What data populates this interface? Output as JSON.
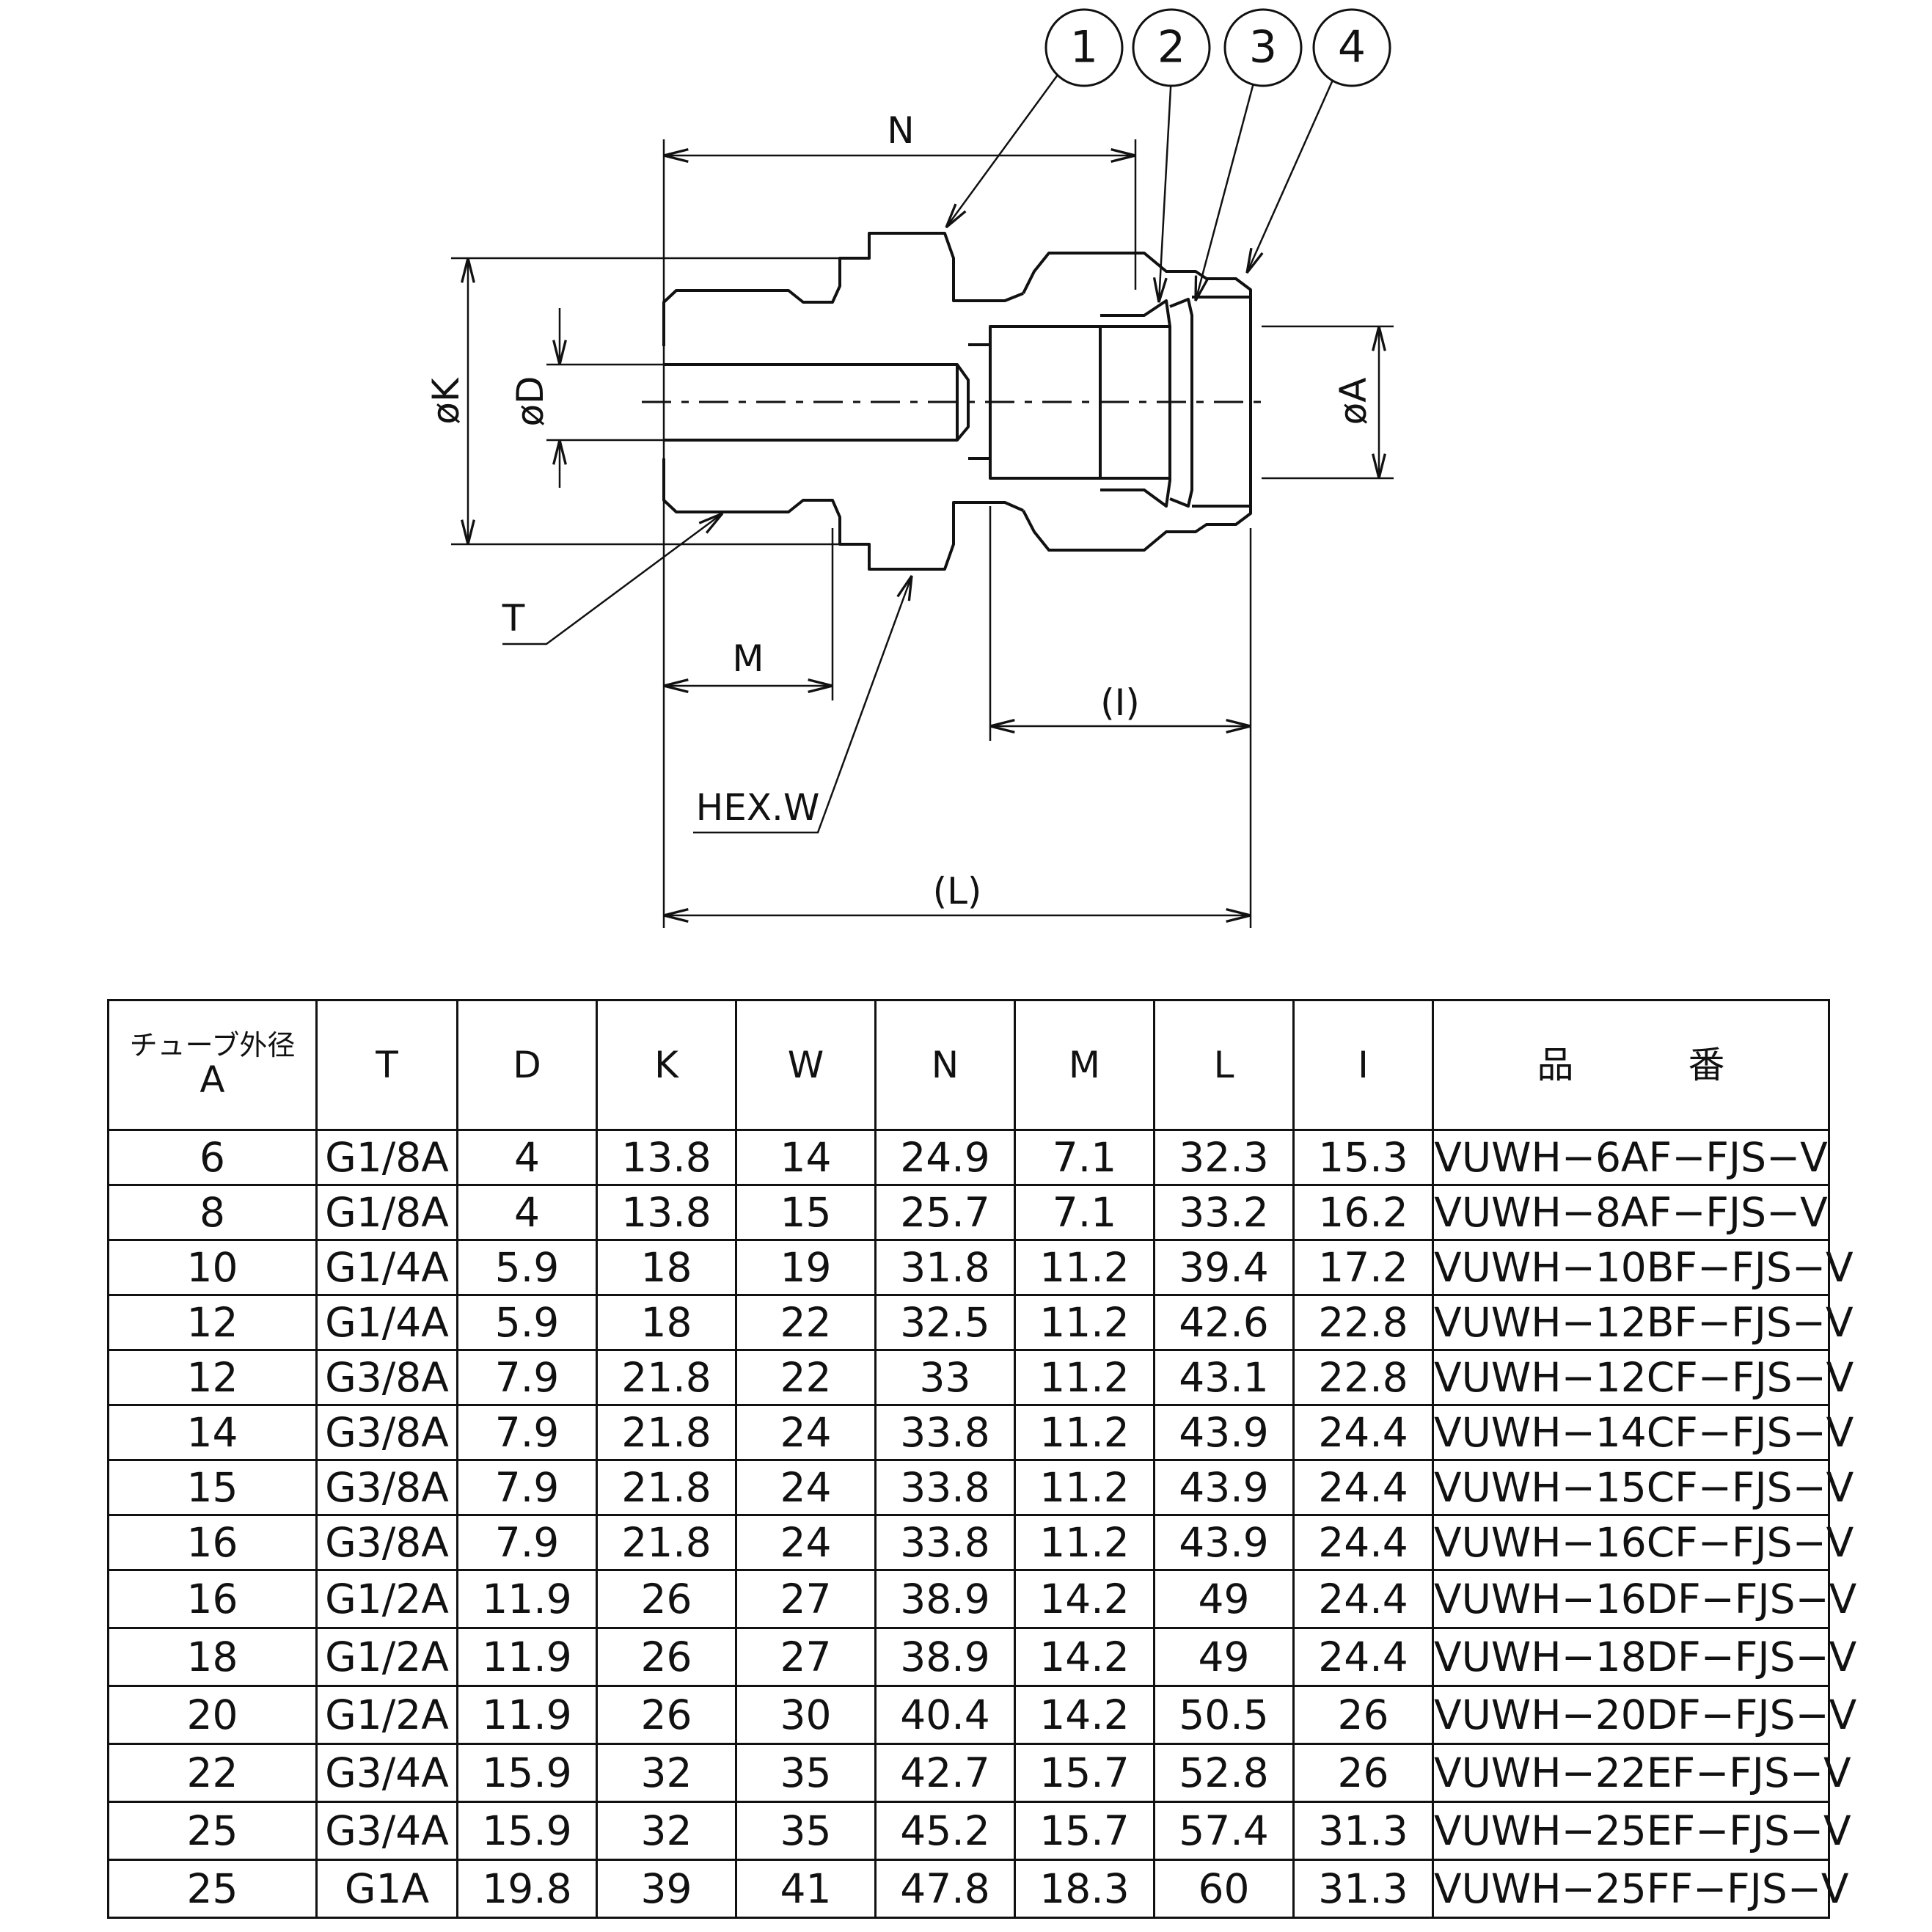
{
  "drawing": {
    "balloons": [
      "1",
      "2",
      "3",
      "4"
    ],
    "dims": {
      "N": "N",
      "K": "øK",
      "D": "øD",
      "A": "øA",
      "T": "T",
      "M": "M",
      "I": "(I)",
      "L": "(L)",
      "W": "HEX.W"
    }
  },
  "table": {
    "headers": [
      "チューブ外径",
      "A",
      "T",
      "D",
      "K",
      "W",
      "N",
      "M",
      "L",
      "I",
      "品 番"
    ],
    "rows": [
      [
        "6",
        "G1/8A",
        "4",
        "13.8",
        "14",
        "24.9",
        "7.1",
        "32.3",
        "15.3",
        "VUWH−6AF−FJS−V"
      ],
      [
        "8",
        "G1/8A",
        "4",
        "13.8",
        "15",
        "25.7",
        "7.1",
        "33.2",
        "16.2",
        "VUWH−8AF−FJS−V"
      ],
      [
        "10",
        "G1/4A",
        "5.9",
        "18",
        "19",
        "31.8",
        "11.2",
        "39.4",
        "17.2",
        "VUWH−10BF−FJS−V"
      ],
      [
        "12",
        "G1/4A",
        "5.9",
        "18",
        "22",
        "32.5",
        "11.2",
        "42.6",
        "22.8",
        "VUWH−12BF−FJS−V"
      ],
      [
        "12",
        "G3/8A",
        "7.9",
        "21.8",
        "22",
        "33",
        "11.2",
        "43.1",
        "22.8",
        "VUWH−12CF−FJS−V"
      ],
      [
        "14",
        "G3/8A",
        "7.9",
        "21.8",
        "24",
        "33.8",
        "11.2",
        "43.9",
        "24.4",
        "VUWH−14CF−FJS−V"
      ],
      [
        "15",
        "G3/8A",
        "7.9",
        "21.8",
        "24",
        "33.8",
        "11.2",
        "43.9",
        "24.4",
        "VUWH−15CF−FJS−V"
      ],
      [
        "16",
        "G3/8A",
        "7.9",
        "21.8",
        "24",
        "33.8",
        "11.2",
        "43.9",
        "24.4",
        "VUWH−16CF−FJS−V"
      ],
      [
        "16",
        "G1/2A",
        "11.9",
        "26",
        "27",
        "38.9",
        "14.2",
        "49",
        "24.4",
        "VUWH−16DF−FJS−V"
      ],
      [
        "18",
        "G1/2A",
        "11.9",
        "26",
        "27",
        "38.9",
        "14.2",
        "49",
        "24.4",
        "VUWH−18DF−FJS−V"
      ],
      [
        "20",
        "G1/2A",
        "11.9",
        "26",
        "30",
        "40.4",
        "14.2",
        "50.5",
        "26",
        "VUWH−20DF−FJS−V"
      ],
      [
        "22",
        "G3/4A",
        "15.9",
        "32",
        "35",
        "42.7",
        "15.7",
        "52.8",
        "26",
        "VUWH−22EF−FJS−V"
      ],
      [
        "25",
        "G3/4A",
        "15.9",
        "32",
        "35",
        "45.2",
        "15.7",
        "57.4",
        "31.3",
        "VUWH−25EF−FJS−V"
      ],
      [
        "25",
        "G1A",
        "19.8",
        "39",
        "41",
        "47.8",
        "18.3",
        "60",
        "31.3",
        "VUWH−25FF−FJS−V"
      ]
    ]
  }
}
